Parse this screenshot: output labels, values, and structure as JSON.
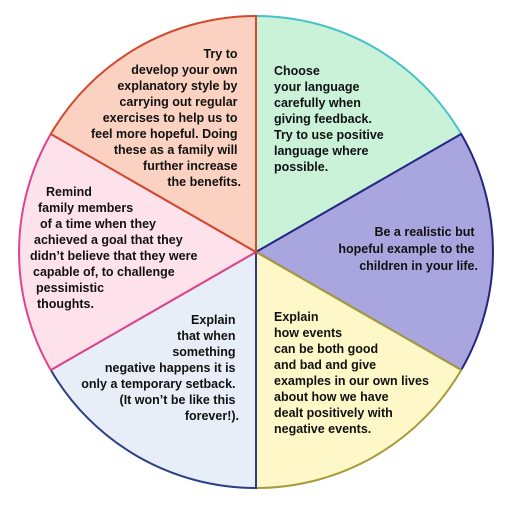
{
  "diagram": {
    "segments": [
      {
        "id": "choose-language",
        "fill": "#c9f2d9",
        "stroke": "#48c2c8",
        "lines": [
          "Choose",
          "your language",
          "carefully when",
          "giving feedback.",
          "Try to use positive",
          "language where",
          "possible."
        ]
      },
      {
        "id": "realistic-example",
        "fill": "#a9a6df",
        "stroke": "#262680",
        "lines": [
          "Be a realistic but",
          "hopeful example to the",
          "children in your life."
        ]
      },
      {
        "id": "explain-events",
        "fill": "#fef8c8",
        "stroke": "#a89b3a",
        "lines": [
          "Explain",
          "how events",
          "can be both good",
          "and bad and give",
          "examples in our own lives",
          "about how we have",
          "dealt positively with",
          "negative events."
        ]
      },
      {
        "id": "temporary-setback",
        "fill": "#e8eef7",
        "stroke": "#2a3f86",
        "lines": [
          "Explain",
          "that when",
          "something",
          "negative happens it is",
          "only a temporary setback.",
          "(It won’t be like this",
          "forever!)."
        ]
      },
      {
        "id": "remind-family",
        "fill": "#fde2ec",
        "stroke": "#e0438a",
        "lines": [
          "Remind",
          " family members",
          "of a time when they",
          "achieved a goal that they",
          "didn’t believe that they were",
          "capable of, to challenge",
          " pessimistic",
          " thoughts."
        ]
      },
      {
        "id": "explanatory-style",
        "fill": "#fbd2c2",
        "stroke": "#d1492e",
        "lines": [
          "Try to",
          "develop your own",
          "explanatory style by",
          "carrying out regular",
          "exercises to help us to",
          "feel more hopeful. Doing",
          "these as a family will",
          "further increase",
          "the benefits."
        ]
      }
    ]
  }
}
